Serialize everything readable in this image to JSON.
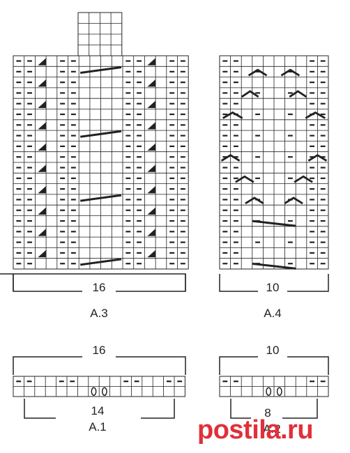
{
  "charts": [
    {
      "id": "A3",
      "name": "A.3",
      "width_label": "16",
      "stitches": 16,
      "rows": 20
    },
    {
      "id": "A4",
      "name": "A.4",
      "width_label": "10",
      "stitches": 10,
      "rows": 20
    },
    {
      "id": "A1",
      "name": "A.1",
      "top_label": "16",
      "bottom_label": "14",
      "stitches": 16,
      "rows": 2
    },
    {
      "id": "A2",
      "name": "A.2",
      "top_label": "10",
      "bottom_label": "8",
      "stitches": 10,
      "rows": 2
    }
  ],
  "watermark": {
    "brand": "postila",
    "dot": ".",
    "tld": "ru"
  },
  "colors": {
    "line": "#222222",
    "watermark": "#e0303a"
  }
}
